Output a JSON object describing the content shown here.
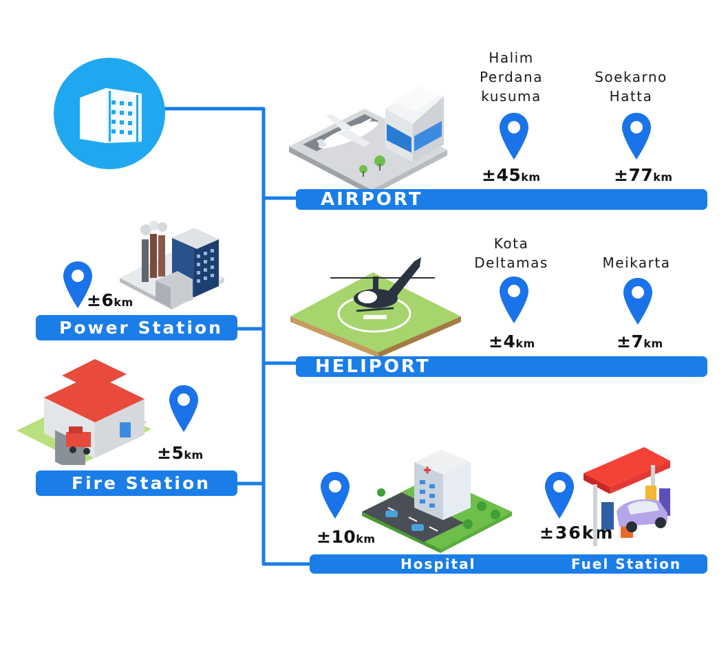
{
  "colors": {
    "accent": "#1a7de8",
    "bar_text": "#ffffff"
  },
  "hub": {
    "icon": "building-icon"
  },
  "left": {
    "power": {
      "label": "Power Station",
      "distance": "±6",
      "unit": "km"
    },
    "fire": {
      "label": "Fire Station",
      "distance": "±5",
      "unit": "km"
    }
  },
  "airport": {
    "label": "AIRPORT",
    "destinations": [
      {
        "name_lines": [
          "Halim",
          "Perdana",
          "kusuma"
        ],
        "distance": "±45",
        "unit": "km"
      },
      {
        "name_lines": [
          "Soekarno",
          "Hatta"
        ],
        "distance": "±77",
        "unit": "km"
      }
    ]
  },
  "heliport": {
    "label": "HELIPORT",
    "destinations": [
      {
        "name_lines": [
          "Kota",
          "Deltamas"
        ],
        "distance": "±4",
        "unit": "km"
      },
      {
        "name_lines": [
          "Meikarta"
        ],
        "distance": "±7",
        "unit": "km"
      }
    ]
  },
  "facilities": {
    "hospital": {
      "label": "Hospital",
      "distance": "±10",
      "unit": "km"
    },
    "fuel": {
      "label": "Fuel Station",
      "distance": "±36",
      "unit": "km"
    }
  }
}
